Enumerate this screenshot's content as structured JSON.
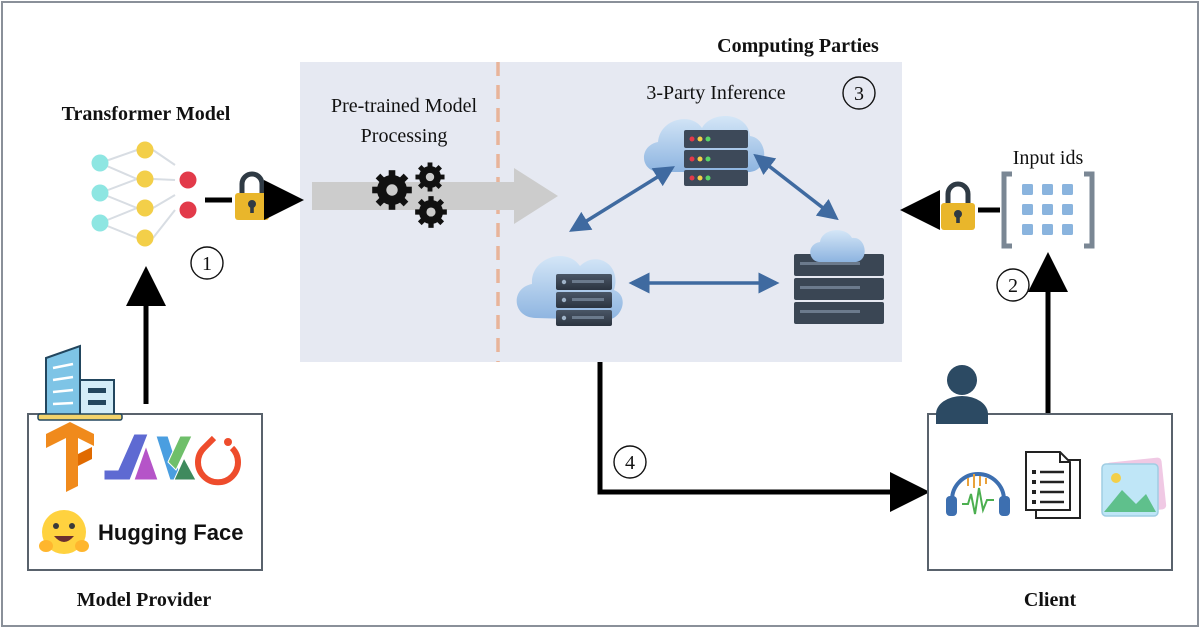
{
  "labels": {
    "transformer_model": "Transformer Model",
    "pretrained_line1": "Pre-trained Model",
    "pretrained_line2": "Processing",
    "computing_parties": "Computing Parties",
    "three_party": "3-Party Inference",
    "input_ids": "Input ids",
    "model_provider": "Model Provider",
    "client": "Client",
    "hugging_face": "Hugging Face"
  },
  "steps": [
    "①",
    "②",
    "③",
    "④"
  ],
  "colors": {
    "panel_bg": "#e6e9f2",
    "border": "#59626c",
    "divider": "#e8b49a",
    "big_arrow": "#cccccc",
    "double_arrow": "#3f6aa0",
    "node_cyan": "#8ee6e2",
    "node_yellow": "#f3cf49",
    "node_red": "#e23a4a",
    "lock_body": "#e9b62b",
    "lock_shackle": "#2f3a44",
    "server_dark": "#3a4654",
    "cloud_blue": "#a8c8ea",
    "person": "#2c4a63",
    "tensorflow": "#f08a1c",
    "jax": "#6a54c8",
    "pytorch": "#ee4c2c",
    "hugging_face": "#ffcf3f"
  }
}
